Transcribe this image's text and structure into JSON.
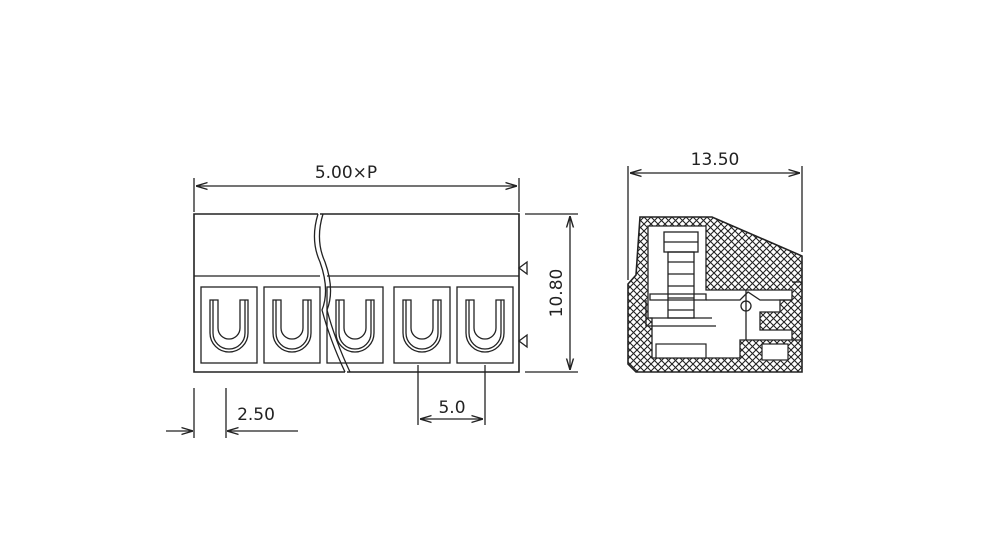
{
  "drawing": {
    "dimensions": {
      "overall_width": "5.00×P",
      "depth": "13.50",
      "height": "10.80",
      "pitch": "5.0",
      "edge_offset": "2.50"
    },
    "front_view": {
      "terminal_count": 5
    },
    "colors": {
      "line": "#222222",
      "background": "#ffffff"
    }
  }
}
